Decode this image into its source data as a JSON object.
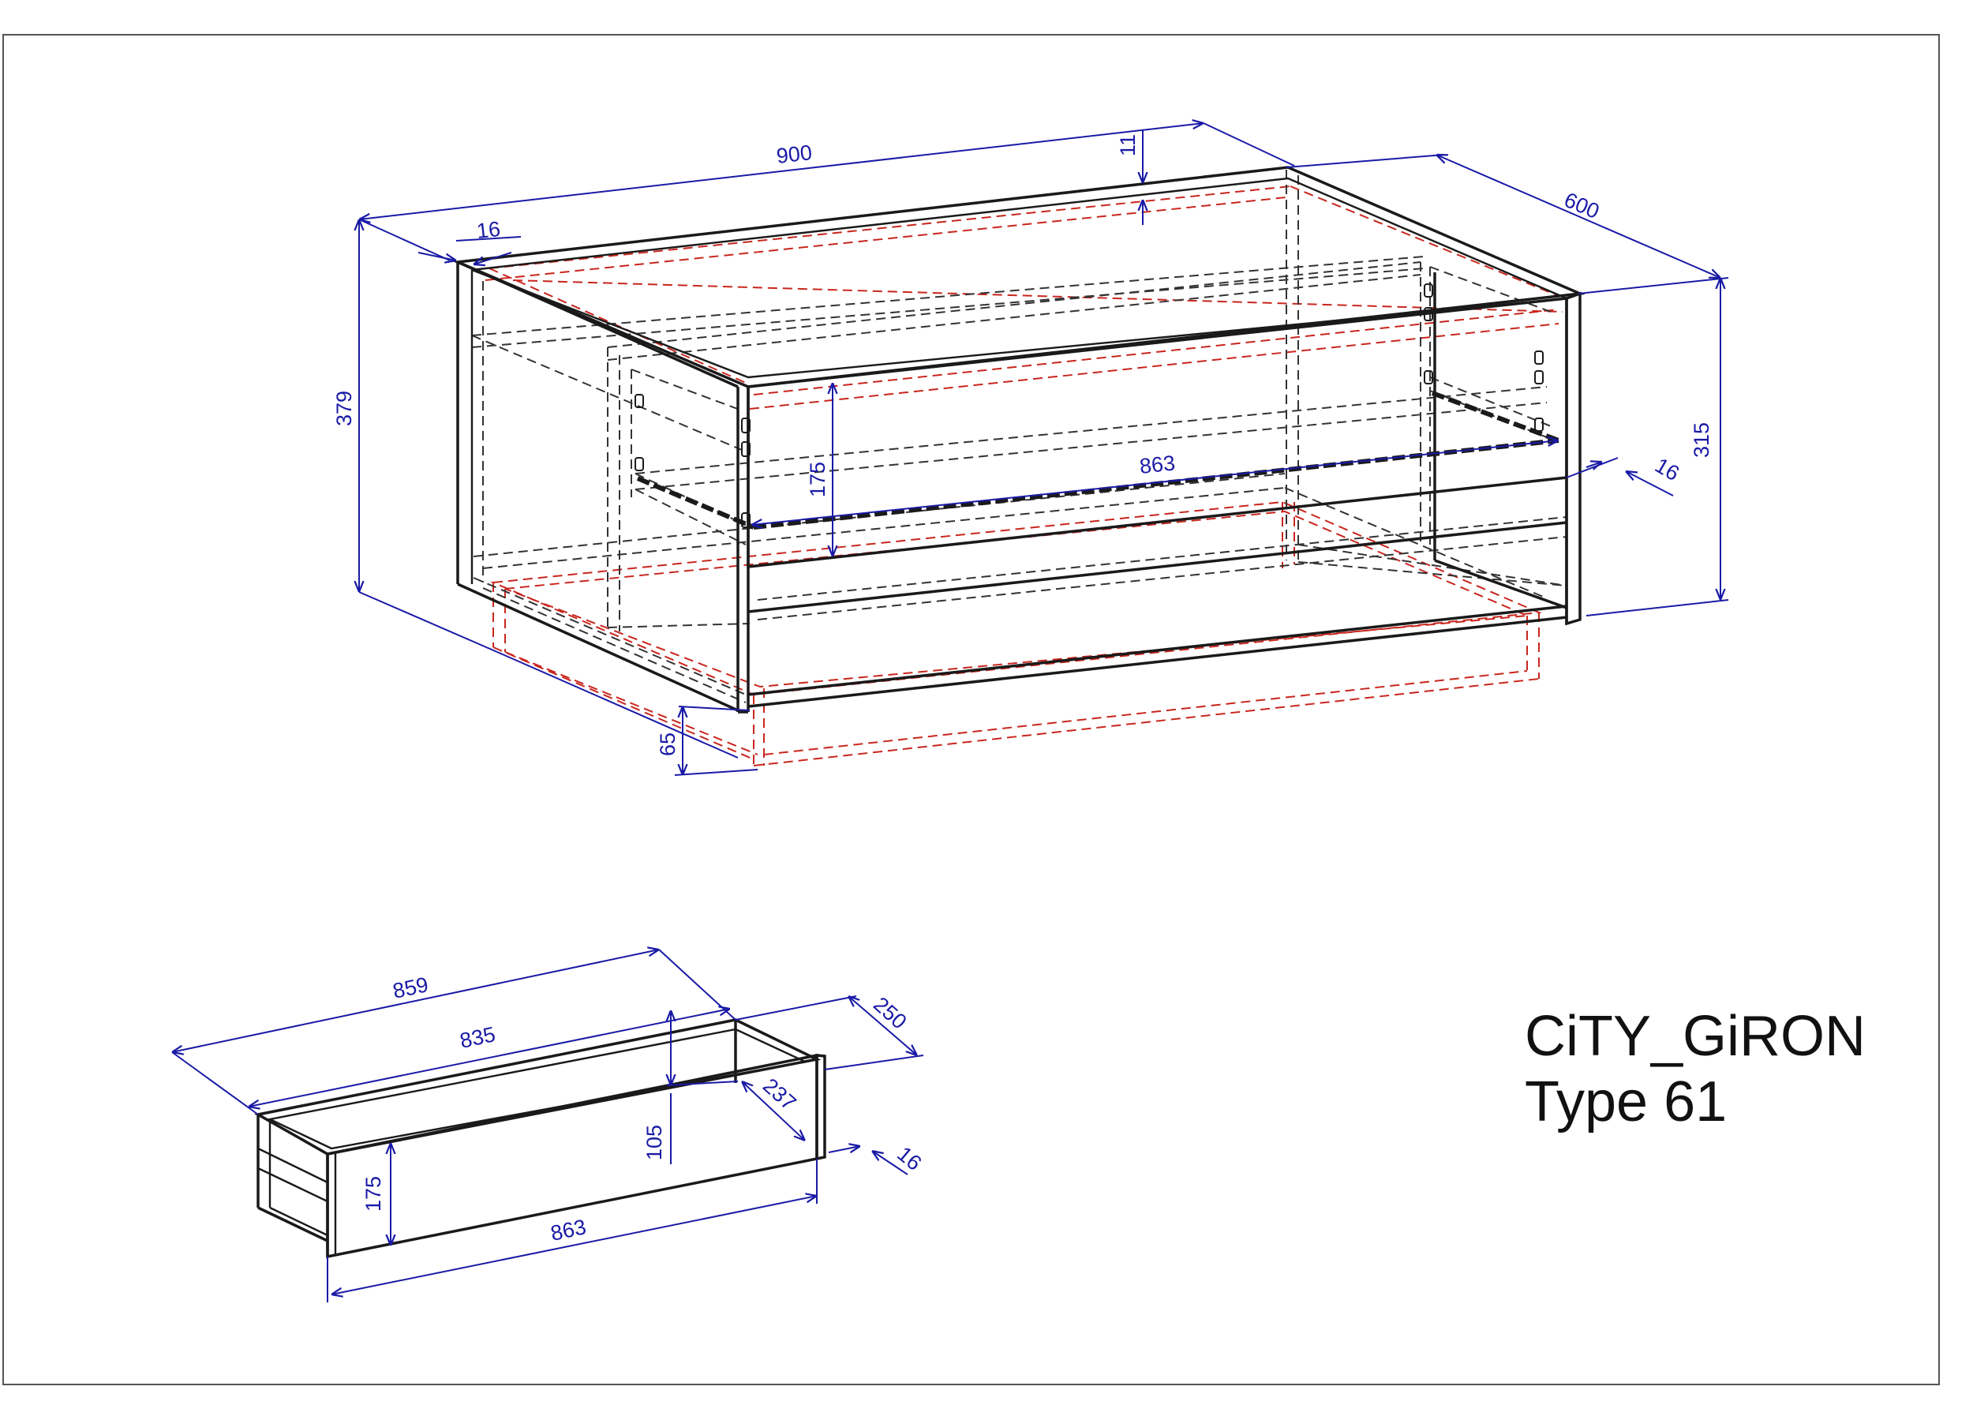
{
  "title_block": {
    "product": "CiTY_GiRON",
    "type": "Type 61"
  },
  "colors": {
    "outline": "#1a1a1a",
    "hidden": "#333333",
    "hidden_red": "#c8261e",
    "dimension": "#1a1aa6"
  },
  "cabinet_dimensions": {
    "width": "900",
    "depth": "600",
    "height": "379",
    "height_right": "315",
    "top_thickness": "11",
    "side_thickness": "16",
    "front_thickness": "16",
    "drawer_front_width": "863",
    "drawer_front_height": "175",
    "plinth_height": "65"
  },
  "drawer_dimensions": {
    "outer_length": "859",
    "inner_length": "835",
    "depth_outer": "250",
    "depth_inner": "237",
    "box_height": "105",
    "front_thickness": "16",
    "front_height": "175",
    "front_width": "863"
  }
}
